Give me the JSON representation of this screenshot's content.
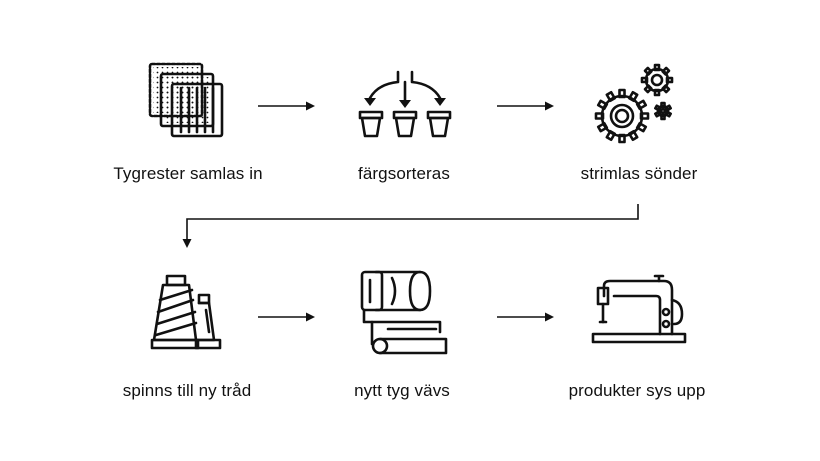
{
  "steps": [
    {
      "label": "Tygrester samlas in",
      "icon": "fabric-swatches-icon"
    },
    {
      "label": "färgsorteras",
      "icon": "sorting-buckets-icon"
    },
    {
      "label": "strimlas sönder",
      "icon": "gears-icon"
    },
    {
      "label": "spinns till ny tråd",
      "icon": "thread-spools-icon"
    },
    {
      "label": "nytt tyg vävs",
      "icon": "loom-roller-icon"
    },
    {
      "label": "produkter sys upp",
      "icon": "sewing-machine-icon"
    }
  ],
  "colors": {
    "line": "#111111",
    "background": "#ffffff"
  }
}
